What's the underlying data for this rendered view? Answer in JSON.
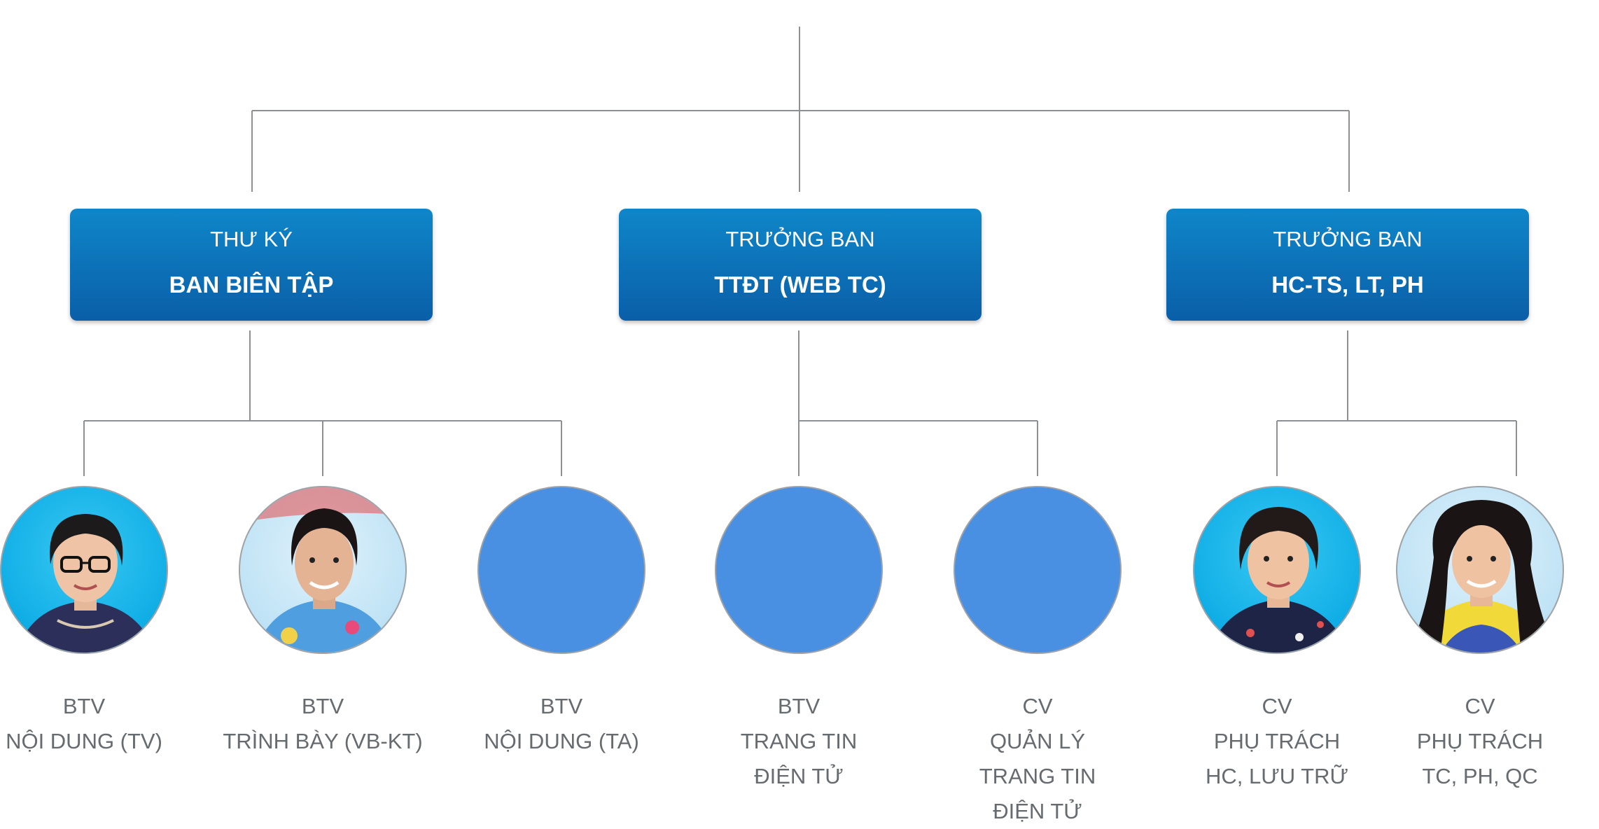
{
  "managers": [
    {
      "title": "THƯ KÝ",
      "name": "BAN BIÊN TẬP"
    },
    {
      "title": "TRƯỞNG BAN",
      "name": "TTĐT (WEB TC)"
    },
    {
      "title": "TRƯỞNG BAN",
      "name": "HC-TS, LT, PH"
    }
  ],
  "staff": [
    {
      "role": "BTV",
      "lines": [
        "NỘI DUNG (TV)"
      ],
      "photo": "woman-with-glasses-portrait"
    },
    {
      "role": "BTV",
      "lines": [
        "TRÌNH BÀY (VB-KT)"
      ],
      "photo": "woman-smiling-portrait"
    },
    {
      "role": "BTV",
      "lines": [
        "NỘI DUNG (TA)"
      ],
      "photo": "empty-placeholder"
    },
    {
      "role": "BTV",
      "lines": [
        "TRANG TIN",
        "ĐIỆN TỬ"
      ],
      "photo": "empty-placeholder"
    },
    {
      "role": "CV",
      "lines": [
        "QUẢN LÝ",
        "TRANG TIN",
        "ĐIỆN TỬ"
      ],
      "photo": "empty-placeholder"
    },
    {
      "role": "CV",
      "lines": [
        "PHỤ TRÁCH",
        "HC, LƯU TRỮ"
      ],
      "photo": "woman-short-hair-portrait"
    },
    {
      "role": "CV",
      "lines": [
        "PHỤ TRÁCH",
        "TC, PH, QC"
      ],
      "photo": "woman-long-hair-portrait"
    }
  ],
  "colors": {
    "box_top": "#0f86c9",
    "box_bottom": "#0a5fa8",
    "placeholder": "#4a90e2",
    "connector": "#8c8f93",
    "label_text": "#666b70"
  }
}
